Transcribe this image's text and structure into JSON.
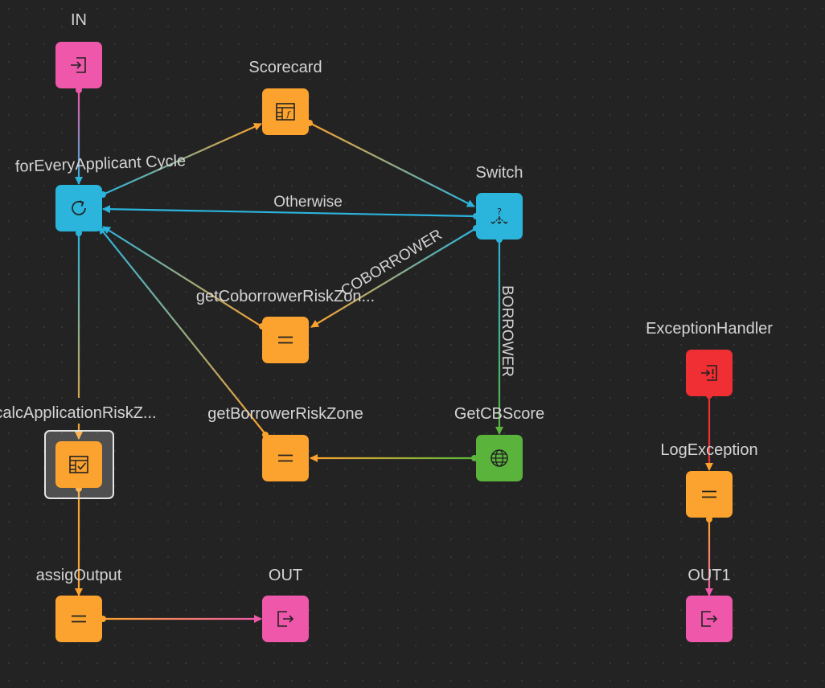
{
  "nodes": {
    "in": {
      "label": "IN",
      "color": "#ef58aa",
      "icon": "enter-icon"
    },
    "scorecard": {
      "label": "Scorecard",
      "color": "#fba32e",
      "icon": "scorecard-table-icon"
    },
    "cycle": {
      "label": "forEveryApplicant Cycle",
      "color": "#2bb4dc",
      "icon": "cycle-icon"
    },
    "switch": {
      "label": "Switch",
      "color": "#2bb4dc",
      "icon": "switch-icon"
    },
    "cobRisk": {
      "label": "getCoborrowerRiskZon...",
      "color": "#fba32e",
      "icon": "equals-icon"
    },
    "calcApp": {
      "label": "calcApplicationRiskZ...",
      "color": "#fba32e",
      "icon": "table-check-icon"
    },
    "borRisk": {
      "label": "getBorrowerRiskZone",
      "color": "#fba32e",
      "icon": "equals-icon"
    },
    "cbScore": {
      "label": "GetCBScore",
      "color": "#5ab43c",
      "icon": "globe-icon"
    },
    "assig": {
      "label": "assigOutput",
      "color": "#fba32e",
      "icon": "equals-icon"
    },
    "out": {
      "label": "OUT",
      "color": "#ef58aa",
      "icon": "exit-icon"
    },
    "exc": {
      "label": "ExceptionHandler",
      "color": "#ef2f33",
      "icon": "exception-icon"
    },
    "logExc": {
      "label": "LogException",
      "color": "#fba32e",
      "icon": "equals-icon"
    },
    "out1": {
      "label": "OUT1",
      "color": "#ef58aa",
      "icon": "exit-icon"
    }
  },
  "edges": {
    "otherwise": {
      "label": "Otherwise"
    },
    "coborrower": {
      "label": "COBORROWER"
    },
    "borrower": {
      "label": "BORROWER"
    }
  },
  "colors": {
    "blue": "#2bb4dc",
    "orange": "#fba32e",
    "pink": "#ef58aa",
    "green": "#5ab43c",
    "red": "#ef2f33"
  }
}
